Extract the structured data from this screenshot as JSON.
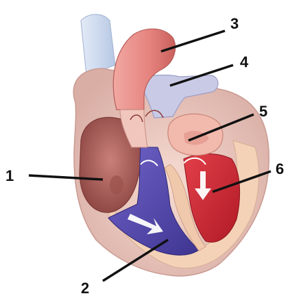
{
  "labels": [
    "1",
    "2",
    "3",
    "4",
    "5",
    "6"
  ],
  "colors": {
    "background": "#ffffff",
    "outer_wall": "#e8c8c0",
    "wall_cut": "#f3d2b8",
    "aorta": "#e68a85",
    "pulmonary": "#c9cbe6",
    "vena_cava": "#cfdcef",
    "right_side": "#5b4fb8",
    "left_ventricle": "#d4222d",
    "right_atrium": "#a85a55",
    "leader": "#111111",
    "flow_arrow": "#ffffff"
  }
}
